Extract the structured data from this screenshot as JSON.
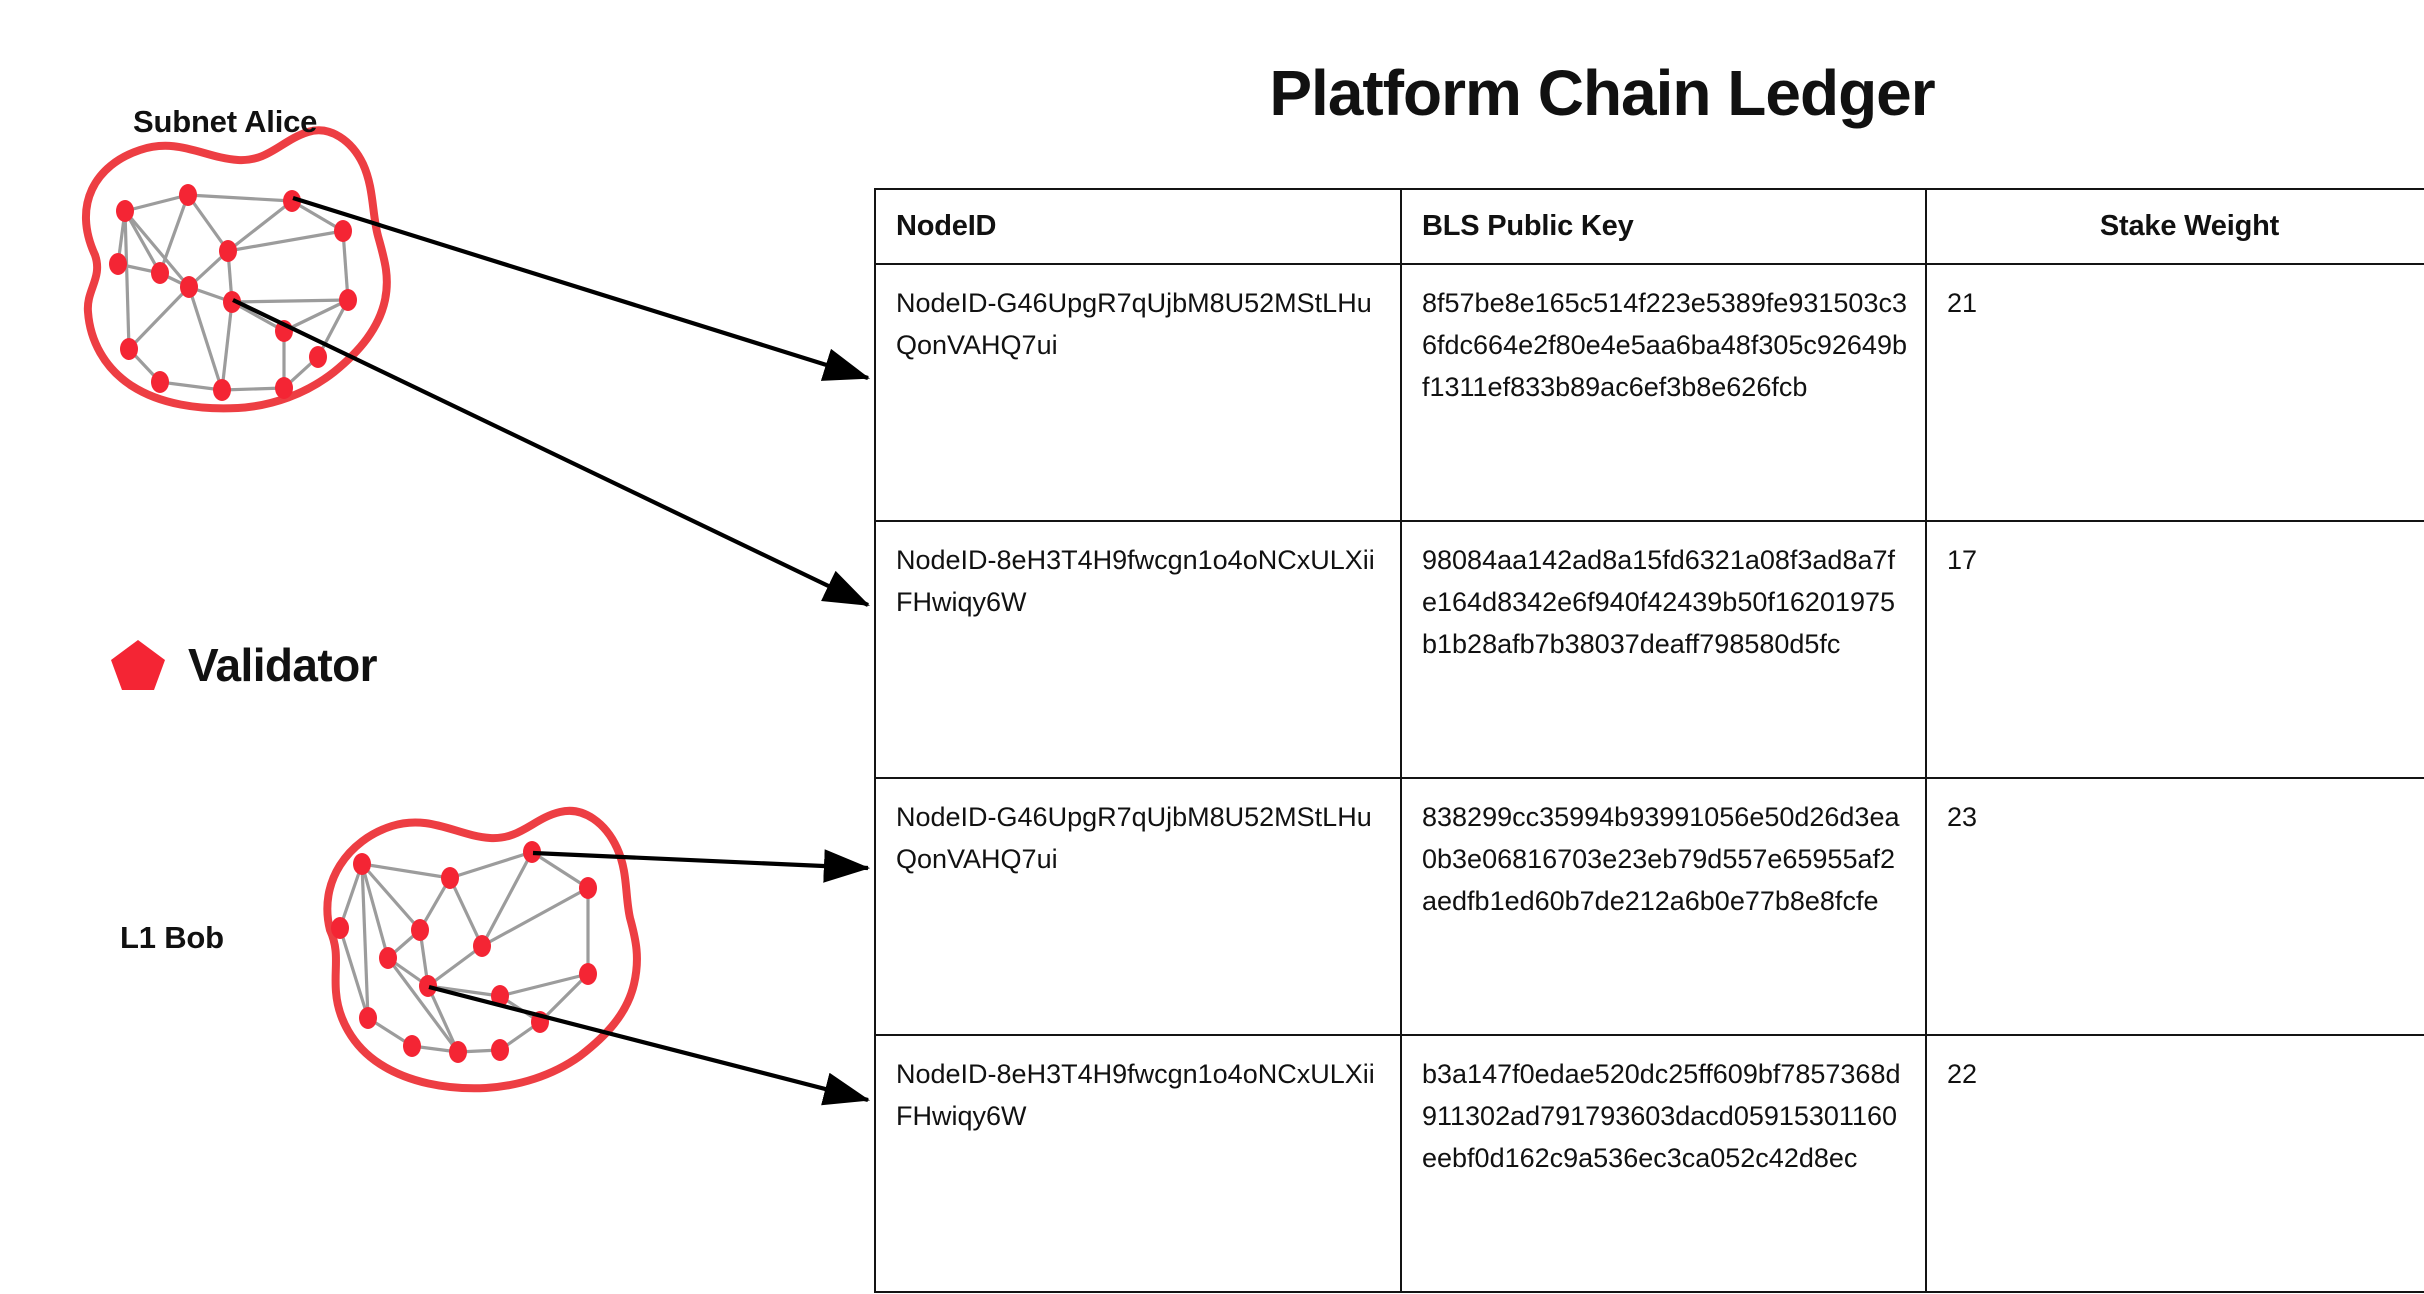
{
  "title": "Platform Chain Ledger",
  "diagram": {
    "subnet_label": "Subnet Alice",
    "l1_label": "L1 Bob",
    "legend_label": "Validator",
    "legend_icon": "pentagon-icon",
    "node_color": "#F42534",
    "blob_outline_color": "#ED3E43",
    "edge_color": "#9C9C9C",
    "arrow_color": "#000000"
  },
  "table": {
    "headers": {
      "nodeid": "NodeID",
      "bls": "BLS Public Key",
      "stake": "Stake Weight"
    },
    "rows": [
      {
        "nodeid": "NodeID-G46UpgR7qUjbM8U52MStLHuQonVAHQ7ui",
        "bls": "8f57be8e165c514f223e5389fe931503c36fdc664e2f80e4e5aa6ba48f305c92649bf1311ef833b89ac6ef3b8e626fcb",
        "stake": "21"
      },
      {
        "nodeid": "NodeID-8eH3T4H9fwcgn1o4oNCxULXiiFHwiqy6W",
        "bls": "98084aa142ad8a15fd6321a08f3ad8a7fe164d8342e6f940f42439b50f16201975b1b28afb7b38037deaff798580d5fc",
        "stake": "17"
      },
      {
        "nodeid": "NodeID-G46UpgR7qUjbM8U52MStLHuQonVAHQ7ui",
        "bls": "838299cc35994b93991056e50d26d3ea0b3e06816703e23eb79d557e65955af2aedfb1ed60b7de212a6b0e77b8e8fcfe",
        "stake": "23"
      },
      {
        "nodeid": "NodeID-8eH3T4H9fwcgn1o4oNCxULXiiFHwiqy6W",
        "bls": "b3a147f0edae520dc25ff609bf7857368d911302ad791793603dacd05915301160eebf0d162c9a536ec3ca052c42d8ec",
        "stake": "22"
      }
    ]
  }
}
